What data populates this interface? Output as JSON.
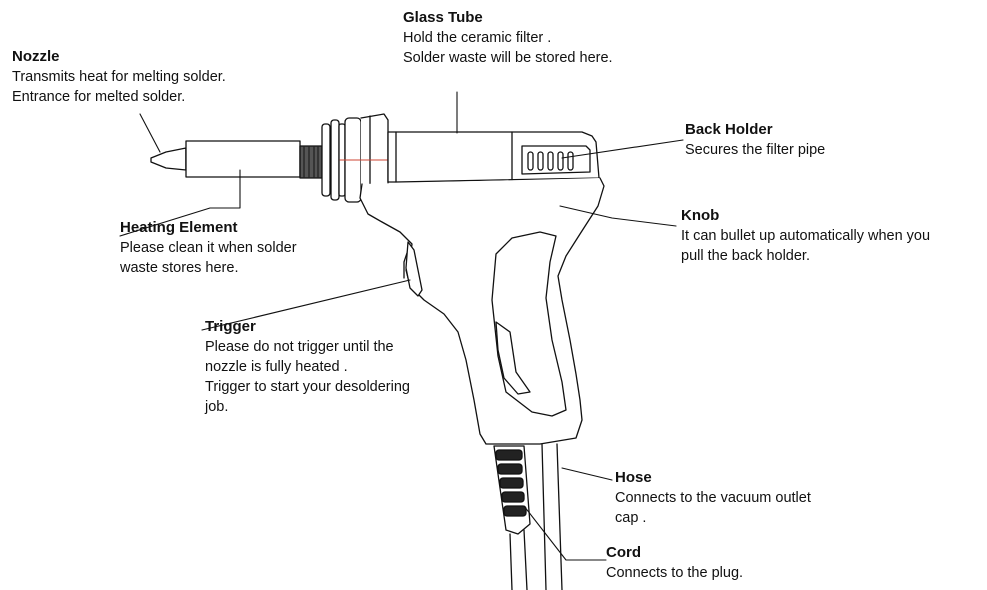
{
  "callouts": {
    "nozzle": {
      "title": "Nozzle",
      "lines": [
        "Transmits heat for melting solder.",
        "Entrance for melted solder."
      ]
    },
    "glass_tube": {
      "title": "Glass Tube",
      "lines": [
        "Hold the ceramic filter .",
        "Solder waste will be stored here."
      ]
    },
    "back_holder": {
      "title": "Back Holder",
      "lines": [
        "Secures the filter pipe"
      ]
    },
    "knob": {
      "title": "Knob",
      "lines": [
        "It can bullet up automatically when you",
        "pull the back holder."
      ]
    },
    "heating_element": {
      "title": "Heating Element",
      "lines": [
        "Please clean it when solder",
        "waste stores here."
      ]
    },
    "trigger": {
      "title": "Trigger",
      "lines": [
        "Please do not trigger until the",
        "nozzle is fully heated .",
        "Trigger to start your desoldering",
        "job."
      ]
    },
    "hose": {
      "title": "Hose",
      "lines": [
        "Connects to the vacuum outlet",
        "cap ."
      ]
    },
    "cord": {
      "title": "Cord",
      "lines": [
        "Connects to the plug."
      ]
    }
  },
  "colors": {
    "ink": "#111111",
    "background": "#ffffff"
  }
}
